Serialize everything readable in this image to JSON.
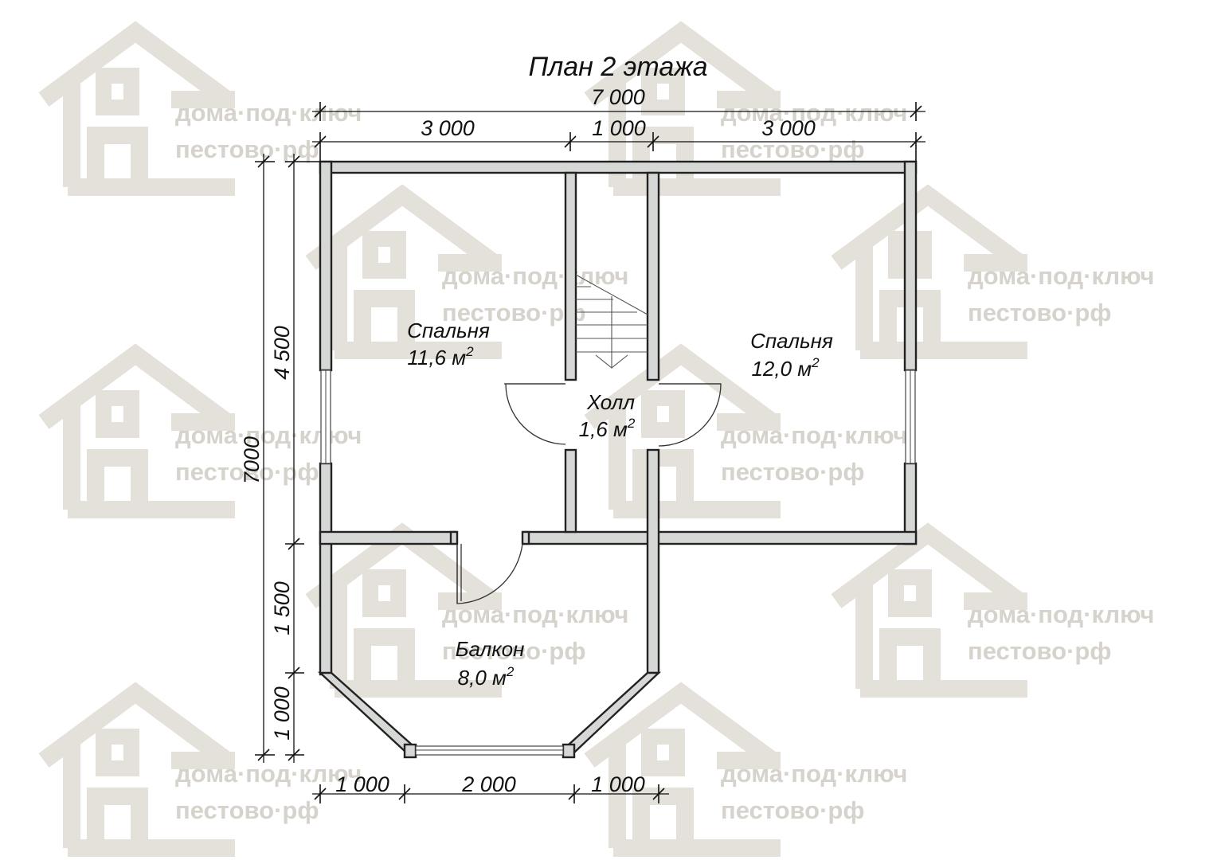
{
  "title": "План 2 этажа",
  "watermark": {
    "line1": "дома·под·ключ",
    "line2": "пестово·рф"
  },
  "dimensions": {
    "top_total": "7 000",
    "top_left": "3 000",
    "top_mid": "1 000",
    "top_right": "3 000",
    "left_total": "7000",
    "left_upper": "4 500",
    "left_mid": "1 500",
    "left_lower": "1 000",
    "bottom_left": "1 000",
    "bottom_mid": "2 000",
    "bottom_right": "1 000"
  },
  "rooms": [
    {
      "name": "Спальня",
      "area": "11,6 м",
      "sup": "2"
    },
    {
      "name": "Спальня",
      "area": "12,0 м",
      "sup": "2"
    },
    {
      "name": "Холл",
      "area": "1,6 м",
      "sup": "2"
    },
    {
      "name": "Балкон",
      "area": "8,0 м",
      "sup": "2"
    }
  ],
  "colors": {
    "wall_fill": "#d6d8d6",
    "wall_stroke": "#222222",
    "watermark": "#d6d2cc"
  }
}
